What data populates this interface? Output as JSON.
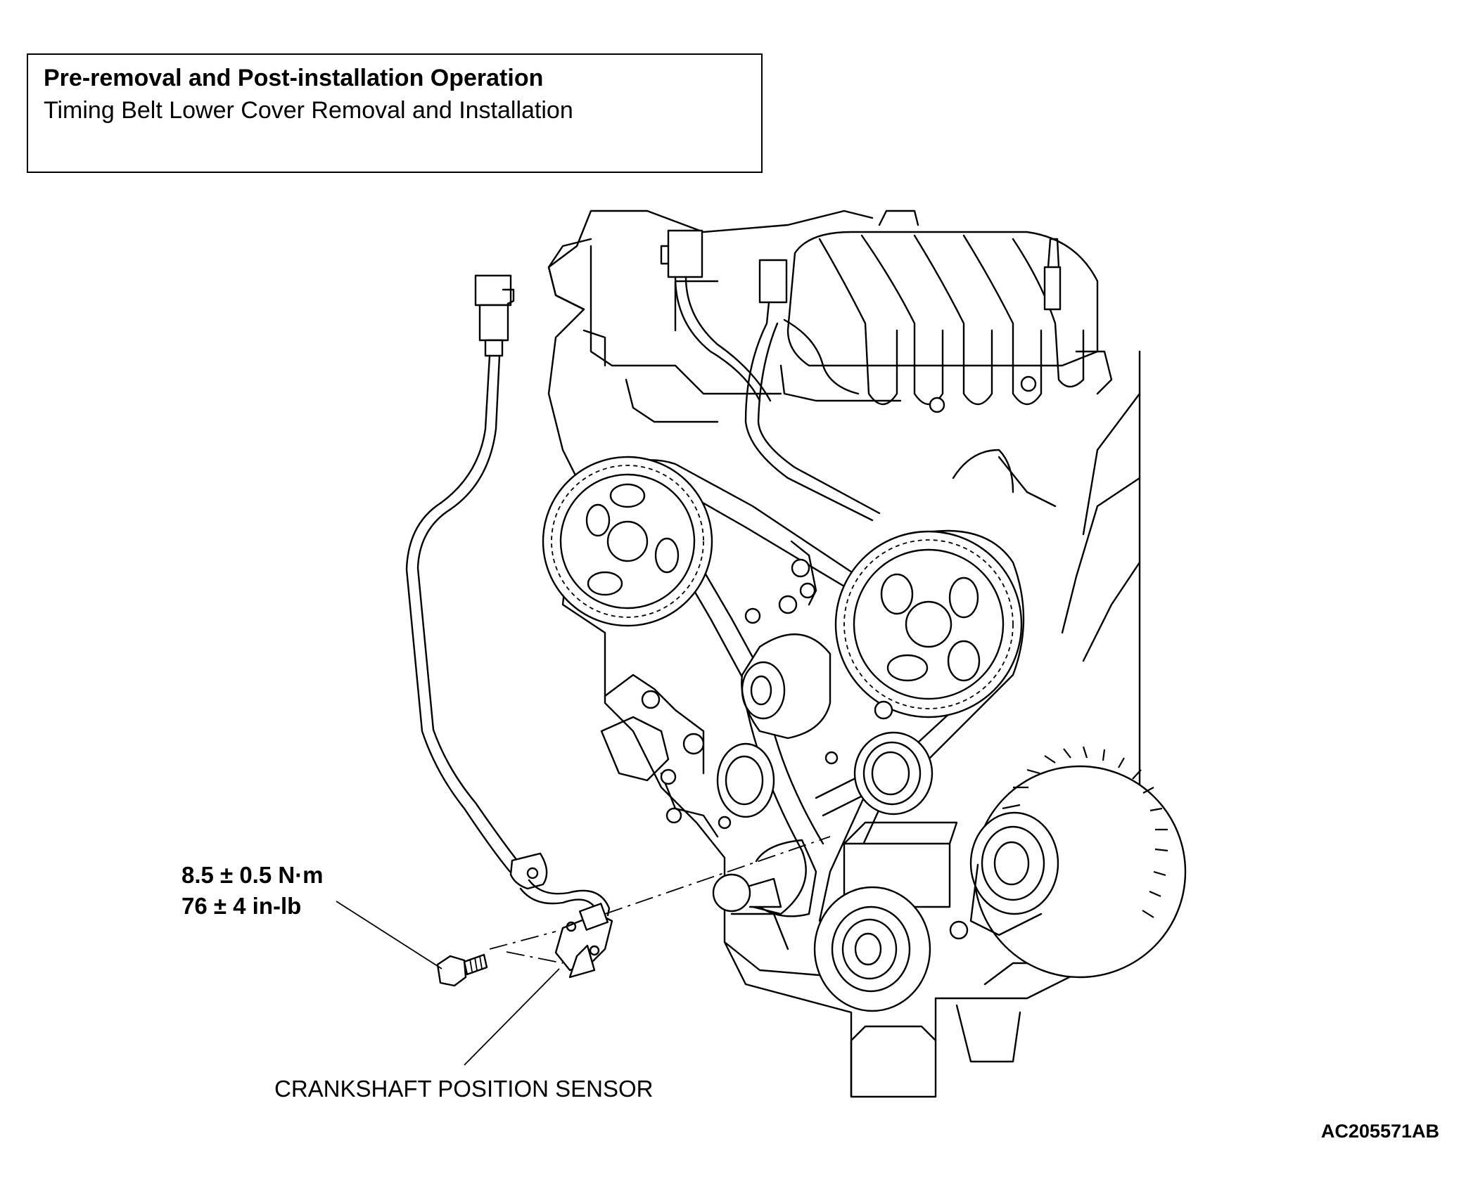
{
  "header": {
    "title": "Pre-removal and Post-installation Operation",
    "subtitle": "Timing Belt Lower Cover Removal and Installation"
  },
  "callouts": {
    "torque_nm": "8.5 ± 0.5 N·m",
    "torque_inlb": "76 ± 4 in-lb",
    "sensor": "CRANKSHAFT POSITION SENSOR"
  },
  "figure_code": "AC205571AB"
}
